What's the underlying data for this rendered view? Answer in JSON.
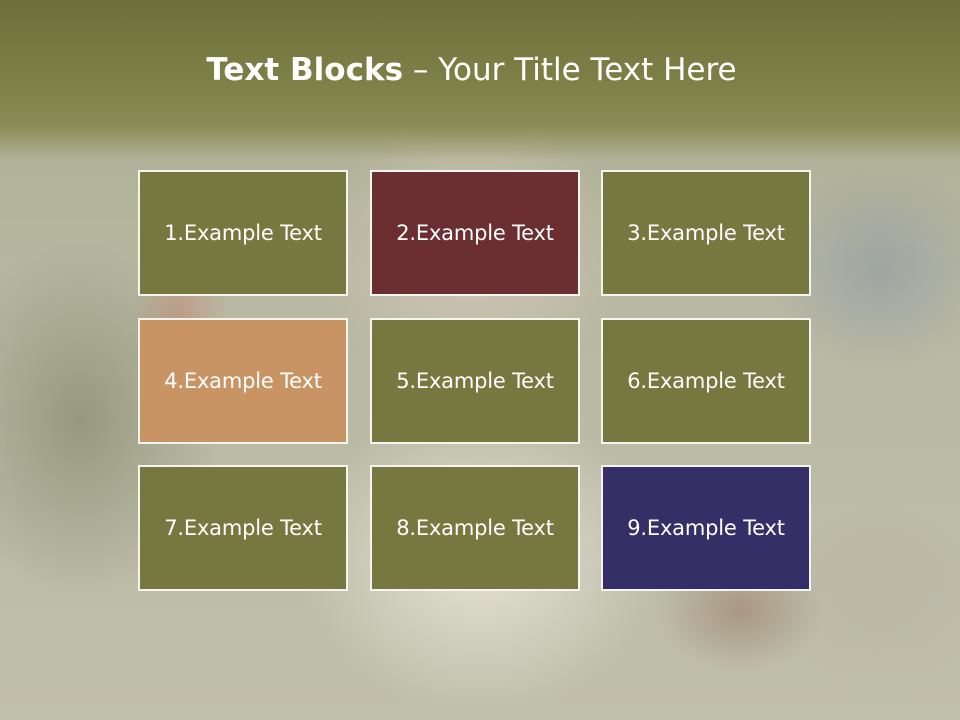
{
  "title": {
    "bold": "Text Blocks",
    "rest": " – Your Title Text Here"
  },
  "blocks": [
    {
      "label": "1.Example Text",
      "color": "#777740"
    },
    {
      "label": "2.Example Text",
      "color": "#6b2f32"
    },
    {
      "label": "3.Example Text",
      "color": "#777740"
    },
    {
      "label": "4.Example Text",
      "color": "#c99463"
    },
    {
      "label": "5.Example Text",
      "color": "#777740"
    },
    {
      "label": "6.Example Text",
      "color": "#777740"
    },
    {
      "label": "7.Example Text",
      "color": "#777740"
    },
    {
      "label": "8.Example Text",
      "color": "#777740"
    },
    {
      "label": "9.Example Text",
      "color": "#342f67"
    }
  ]
}
